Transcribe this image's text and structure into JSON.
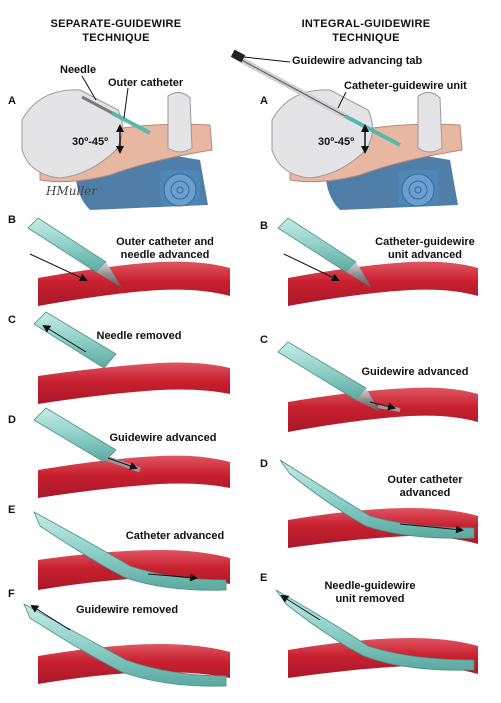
{
  "columns": {
    "left": {
      "title_line1": "SEPARATE-GUIDEWIRE",
      "title_line2": "TECHNIQUE"
    },
    "right": {
      "title_line1": "INTEGRAL-GUIDEWIRE",
      "title_line2": "TECHNIQUE"
    }
  },
  "left_panels": {
    "A": {
      "letter": "A",
      "needle_label": "Needle",
      "outer_catheter_label": "Outer catheter",
      "angle_label": "30º-45º",
      "signature": "HMuller"
    },
    "B": {
      "letter": "B",
      "caption_line1": "Outer catheter and",
      "caption_line2": "needle advanced"
    },
    "C": {
      "letter": "C",
      "caption": "Needle removed"
    },
    "D": {
      "letter": "D",
      "caption": "Guidewire advanced"
    },
    "E": {
      "letter": "E",
      "caption": "Catheter advanced"
    },
    "F": {
      "letter": "F",
      "caption": "Guidewire removed"
    }
  },
  "right_panels": {
    "A": {
      "letter": "A",
      "tab_label": "Guidewire advancing tab",
      "unit_label": "Catheter-guidewire unit",
      "angle_label": "30º-45º"
    },
    "B": {
      "letter": "B",
      "caption_line1": "Catheter-guidewire",
      "caption_line2": "unit advanced"
    },
    "C": {
      "letter": "C",
      "caption": "Guidewire advanced"
    },
    "D": {
      "letter": "D",
      "caption_line1": "Outer catheter",
      "caption_line2": "advanced"
    },
    "E": {
      "letter": "E",
      "caption_line1": "Needle-guidewire",
      "caption_line2": "unit removed"
    }
  },
  "colors": {
    "vessel": "#c8202f",
    "vessel_highlight": "#e0505c",
    "catheter": "#8fd0c8",
    "glove": "#e4e4e6",
    "skin": "#e7b7a2",
    "drape": "#4f7fa8",
    "towel": "#4e86b8"
  }
}
